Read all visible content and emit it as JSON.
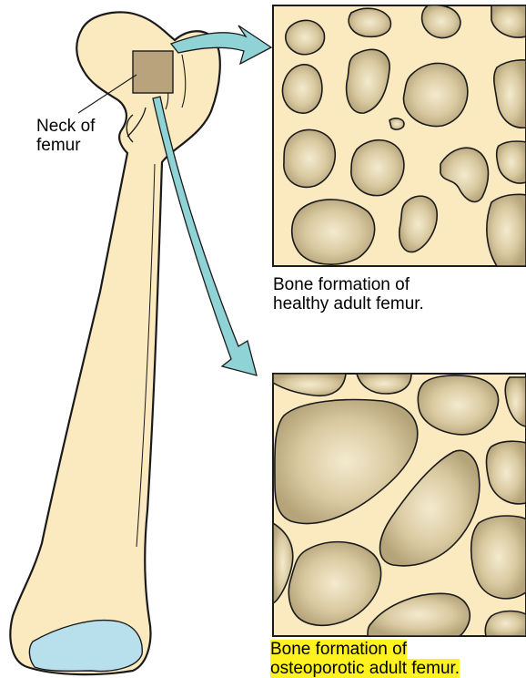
{
  "labels": {
    "neck_line1": "Neck of",
    "neck_line2": "femur",
    "healthy_line1": "Bone formation of",
    "healthy_line2": "healthy adult femur.",
    "osteo_line1": "Bone formation of",
    "osteo_line2": "osteoporotic adult femur."
  },
  "colors": {
    "bone": "#fbe9c0",
    "bone_outline": "#1a1a1a",
    "cartilage": "#b8e0ec",
    "highlight_box": "#b9a37c",
    "arrow": "#8fd3d6",
    "pore_light": "#f0e6c8",
    "pore_dark": "#b5a37a",
    "label_highlight": "#fff21f"
  }
}
